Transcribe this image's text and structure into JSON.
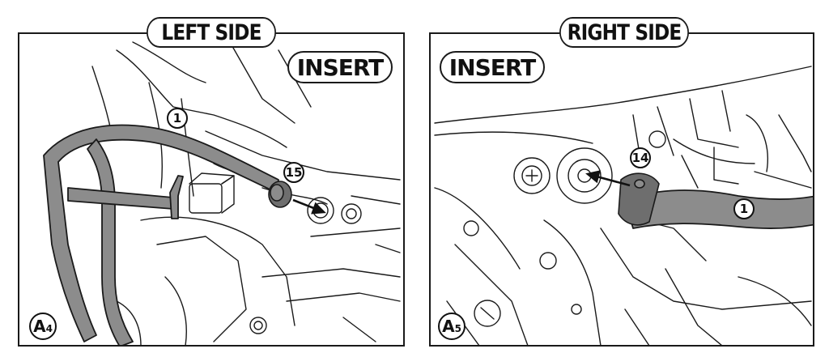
{
  "left_panel": {
    "side_label": "LEFT SIDE",
    "insert_label": "INSERT",
    "callout_bar": "1",
    "callout_part": "15",
    "step_letter": "A",
    "step_number": "4"
  },
  "right_panel": {
    "side_label": "RIGHT SIDE",
    "insert_label": "INSERT",
    "callout_bar": "1",
    "callout_part": "14",
    "step_letter": "A",
    "step_number": "5"
  },
  "colors": {
    "line": "#1a1a1a",
    "bar_fill": "#8c8c8c",
    "part_fill": "#6e6e6e",
    "background": "#ffffff"
  }
}
